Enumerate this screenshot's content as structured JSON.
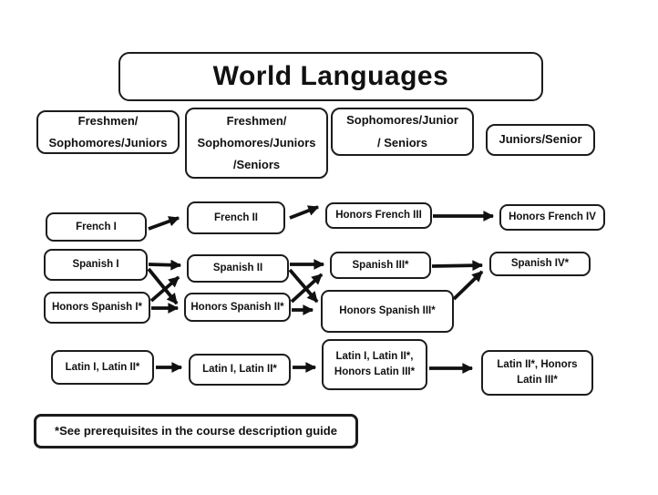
{
  "title": "World Languages",
  "column_headers": [
    {
      "id": "col-1",
      "label": "Freshmen/\nSophomores/Juniors"
    },
    {
      "id": "col-2",
      "label": "Freshmen/\nSophomores/Juniors\n/Seniors"
    },
    {
      "id": "col-3",
      "label": "Sophomores/Junior\n/ Seniors"
    },
    {
      "id": "col-4",
      "label": "Juniors/Senior"
    }
  ],
  "nodes": {
    "french_1": {
      "label": "French I"
    },
    "french_2": {
      "label": "French II"
    },
    "honors_french_3": {
      "label": "Honors French III"
    },
    "honors_french_4": {
      "label": "Honors French IV"
    },
    "spanish_1": {
      "label": "Spanish I"
    },
    "spanish_2": {
      "label": "Spanish II"
    },
    "spanish_3": {
      "label": "Spanish III*"
    },
    "spanish_4": {
      "label": "Spanish IV*"
    },
    "honors_spanish_1": {
      "label": "Honors Spanish I*"
    },
    "honors_spanish_2": {
      "label": "Honors Spanish II*"
    },
    "honors_spanish_3": {
      "label": "Honors Spanish III*"
    },
    "latin_1": {
      "label": "Latin I, Latin II*"
    },
    "latin_2": {
      "label": "Latin I, Latin II*"
    },
    "latin_3": {
      "label": "Latin I, Latin II*,\nHonors Latin III*"
    },
    "latin_4": {
      "label": "Latin II*, Honors\nLatin III*"
    }
  },
  "edges": [
    {
      "from": "french_1",
      "to": "french_2"
    },
    {
      "from": "french_2",
      "to": "honors_french_3"
    },
    {
      "from": "honors_french_3",
      "to": "honors_french_4"
    },
    {
      "from": "spanish_1",
      "to": "spanish_2"
    },
    {
      "from": "spanish_1",
      "to": "honors_spanish_2"
    },
    {
      "from": "honors_spanish_1",
      "to": "spanish_2"
    },
    {
      "from": "honors_spanish_1",
      "to": "honors_spanish_2"
    },
    {
      "from": "spanish_2",
      "to": "spanish_3"
    },
    {
      "from": "spanish_2",
      "to": "honors_spanish_3"
    },
    {
      "from": "honors_spanish_2",
      "to": "spanish_3"
    },
    {
      "from": "honors_spanish_2",
      "to": "honors_spanish_3"
    },
    {
      "from": "spanish_3",
      "to": "spanish_4"
    },
    {
      "from": "honors_spanish_3",
      "to": "spanish_4"
    },
    {
      "from": "latin_1",
      "to": "latin_2"
    },
    {
      "from": "latin_2",
      "to": "latin_3"
    },
    {
      "from": "latin_3",
      "to": "latin_4"
    }
  ],
  "footnote": "*See prerequisites in the course description guide",
  "colors": {
    "background": "#ffffff",
    "line": "#111111",
    "text": "#111111",
    "box_border": "#1c1c1c"
  }
}
